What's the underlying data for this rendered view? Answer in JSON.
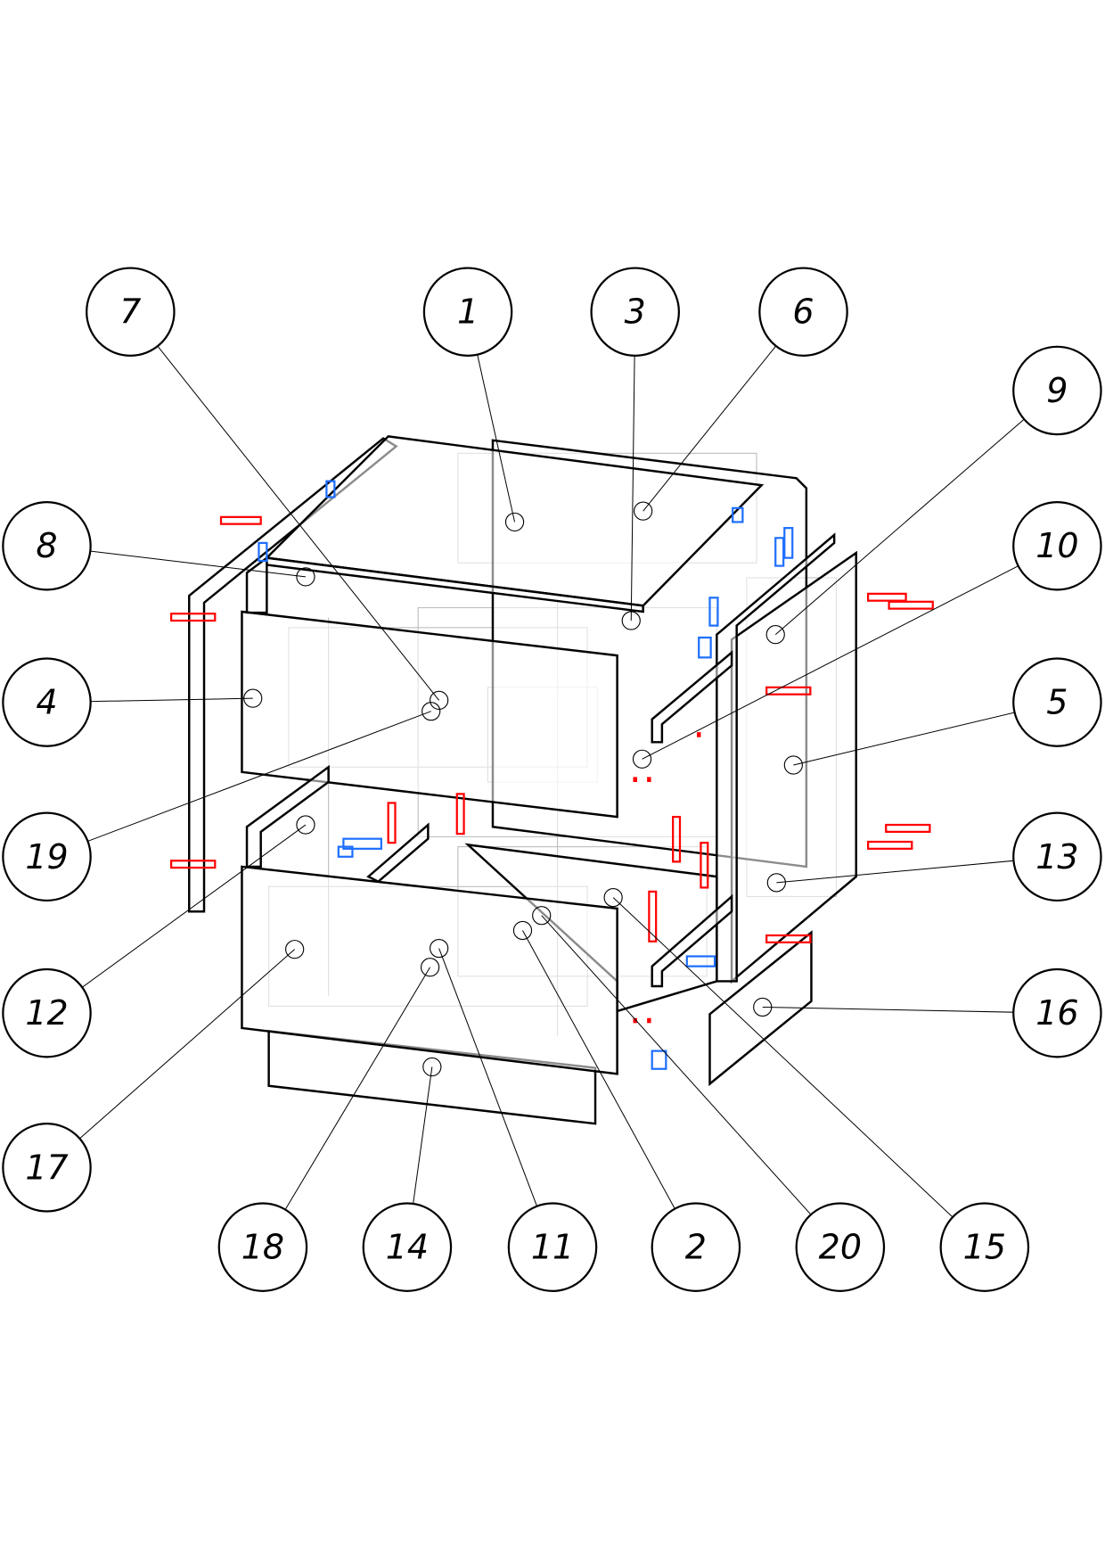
{
  "drawing": {
    "title": "Exploded assembly view",
    "colors": {
      "outline": "#000000",
      "hidden": "#bdbdbd",
      "dowel": "#ff0000",
      "fitting": "#1e6fff",
      "fitting_dark": "#0000cc"
    },
    "balloons": [
      {
        "label": "7"
      },
      {
        "label": "1"
      },
      {
        "label": "3"
      },
      {
        "label": "6"
      },
      {
        "label": "9"
      },
      {
        "label": "8"
      },
      {
        "label": "10"
      },
      {
        "label": "4"
      },
      {
        "label": "5"
      },
      {
        "label": "19"
      },
      {
        "label": "13"
      },
      {
        "label": "12"
      },
      {
        "label": "16"
      },
      {
        "label": "17"
      },
      {
        "label": "18"
      },
      {
        "label": "14"
      },
      {
        "label": "11"
      },
      {
        "label": "2"
      },
      {
        "label": "20"
      },
      {
        "label": "15"
      }
    ]
  }
}
